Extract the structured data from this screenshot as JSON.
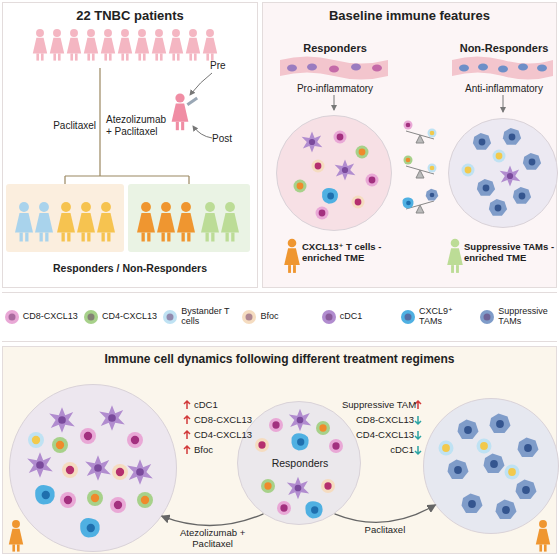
{
  "diagram": {
    "nodes": [
      {
        "text": [
          "22 TNBC patients"
        ]
      },
      {
        "text": [
          "Baseline immune features"
        ]
      },
      {
        "text": [
          "Responders",
          "Pro-inflammatory",
          "CXCL13⁺ T cells -enriched TME"
        ],
        "in": 1
      },
      {
        "text": [
          "Non-Responders",
          "Anti-inflammatory",
          "Suppressive TAMs -enriched TME"
        ],
        "in": 1
      },
      {
        "text": [
          "Immune cell dynamics following different treatment regimens"
        ]
      },
      {
        "text": [
          "Responders"
        ],
        "in": 4
      },
      {
        "text": [
          "cDC1",
          "CD8-CXCL13",
          "CD4-CXCL13",
          "Bfoc"
        ],
        "in": 4
      },
      {
        "text": [
          "Suppressive TAM",
          "CD8-CXCL13",
          "CD4-CXCL13",
          "cDC1"
        ],
        "in": 4
      }
    ],
    "edges": [
      {
        "from": 5,
        "to": 6,
        "label": "Atezolizumab + Paclitaxel",
        "arrow": "to"
      },
      {
        "from": 5,
        "to": 7,
        "label": "Paclitaxel",
        "arrow": "to"
      }
    ],
    "labels": [
      "Pre",
      "Post",
      "Paclitaxel",
      "Atezolizumab + Paclitaxel",
      "Responders / Non-Responders"
    ],
    "legend": [
      {
        "text": "CD8-CXCL13",
        "color": "#e9a8d6"
      },
      {
        "text": "CD4-CXCL13",
        "color": "#a7d18a"
      },
      {
        "text": "Bystander T cells",
        "color": "#bfe2f3"
      },
      {
        "text": "Bfoc",
        "color": "#f5dcc0"
      },
      {
        "text": "cDC1",
        "color": "#b18ccf"
      },
      {
        "text": "CXCL9⁺ TAMs",
        "color": "#4fb0e2"
      },
      {
        "text": "Suppressive TAMs",
        "color": "#7f9cc9"
      }
    ]
  }
}
